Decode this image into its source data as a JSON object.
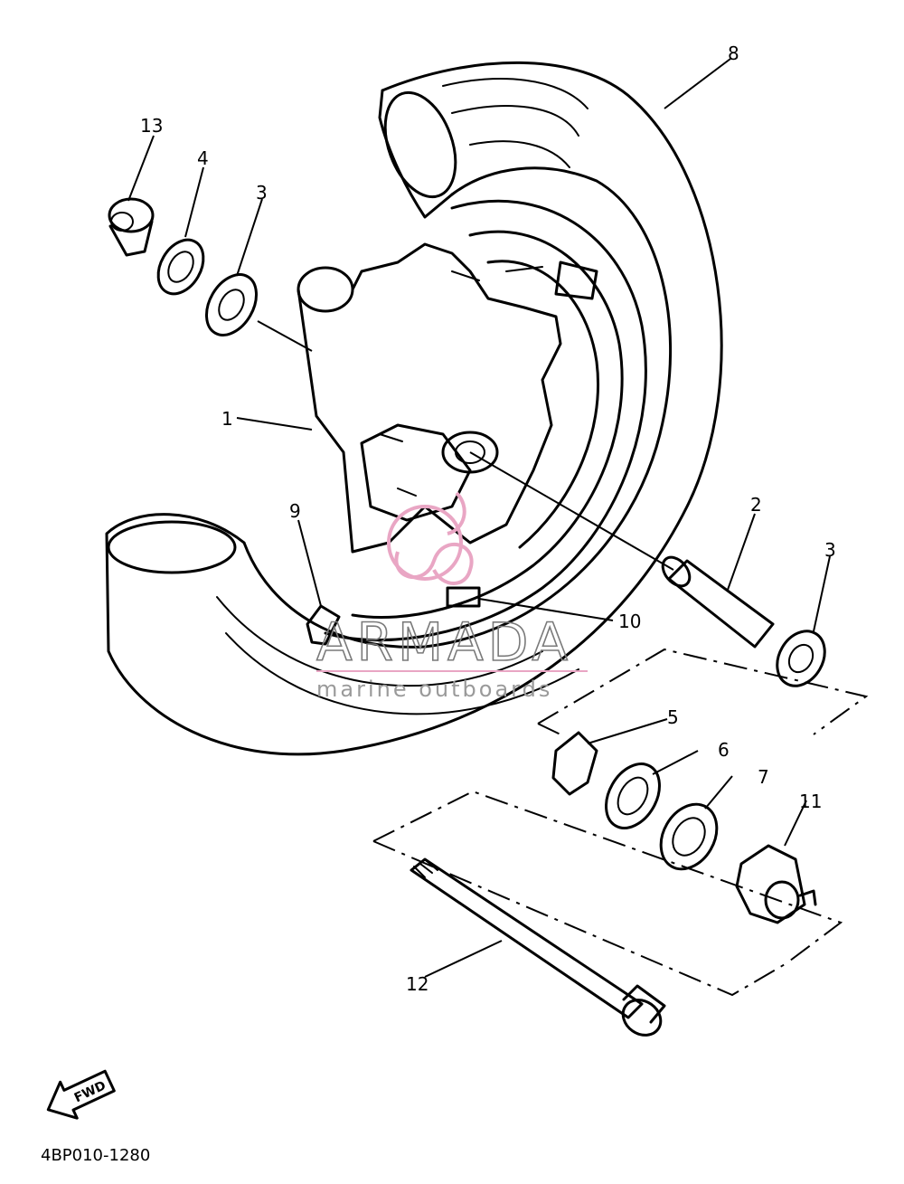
{
  "diagram": {
    "drawing_code": "4BP010-1280",
    "fwd_label": "FWD",
    "callouts": [
      {
        "id": "1",
        "text": "1"
      },
      {
        "id": "2",
        "text": "2"
      },
      {
        "id": "3a",
        "text": "3"
      },
      {
        "id": "3b",
        "text": "3"
      },
      {
        "id": "4",
        "text": "4"
      },
      {
        "id": "5",
        "text": "5"
      },
      {
        "id": "6",
        "text": "6"
      },
      {
        "id": "7",
        "text": "7"
      },
      {
        "id": "8",
        "text": "8"
      },
      {
        "id": "9",
        "text": "9"
      },
      {
        "id": "10",
        "text": "10"
      },
      {
        "id": "11",
        "text": "11"
      },
      {
        "id": "12",
        "text": "12"
      },
      {
        "id": "13",
        "text": "13"
      }
    ]
  },
  "watermark": {
    "brand": "ARMADA",
    "tagline": "marine outboards"
  }
}
